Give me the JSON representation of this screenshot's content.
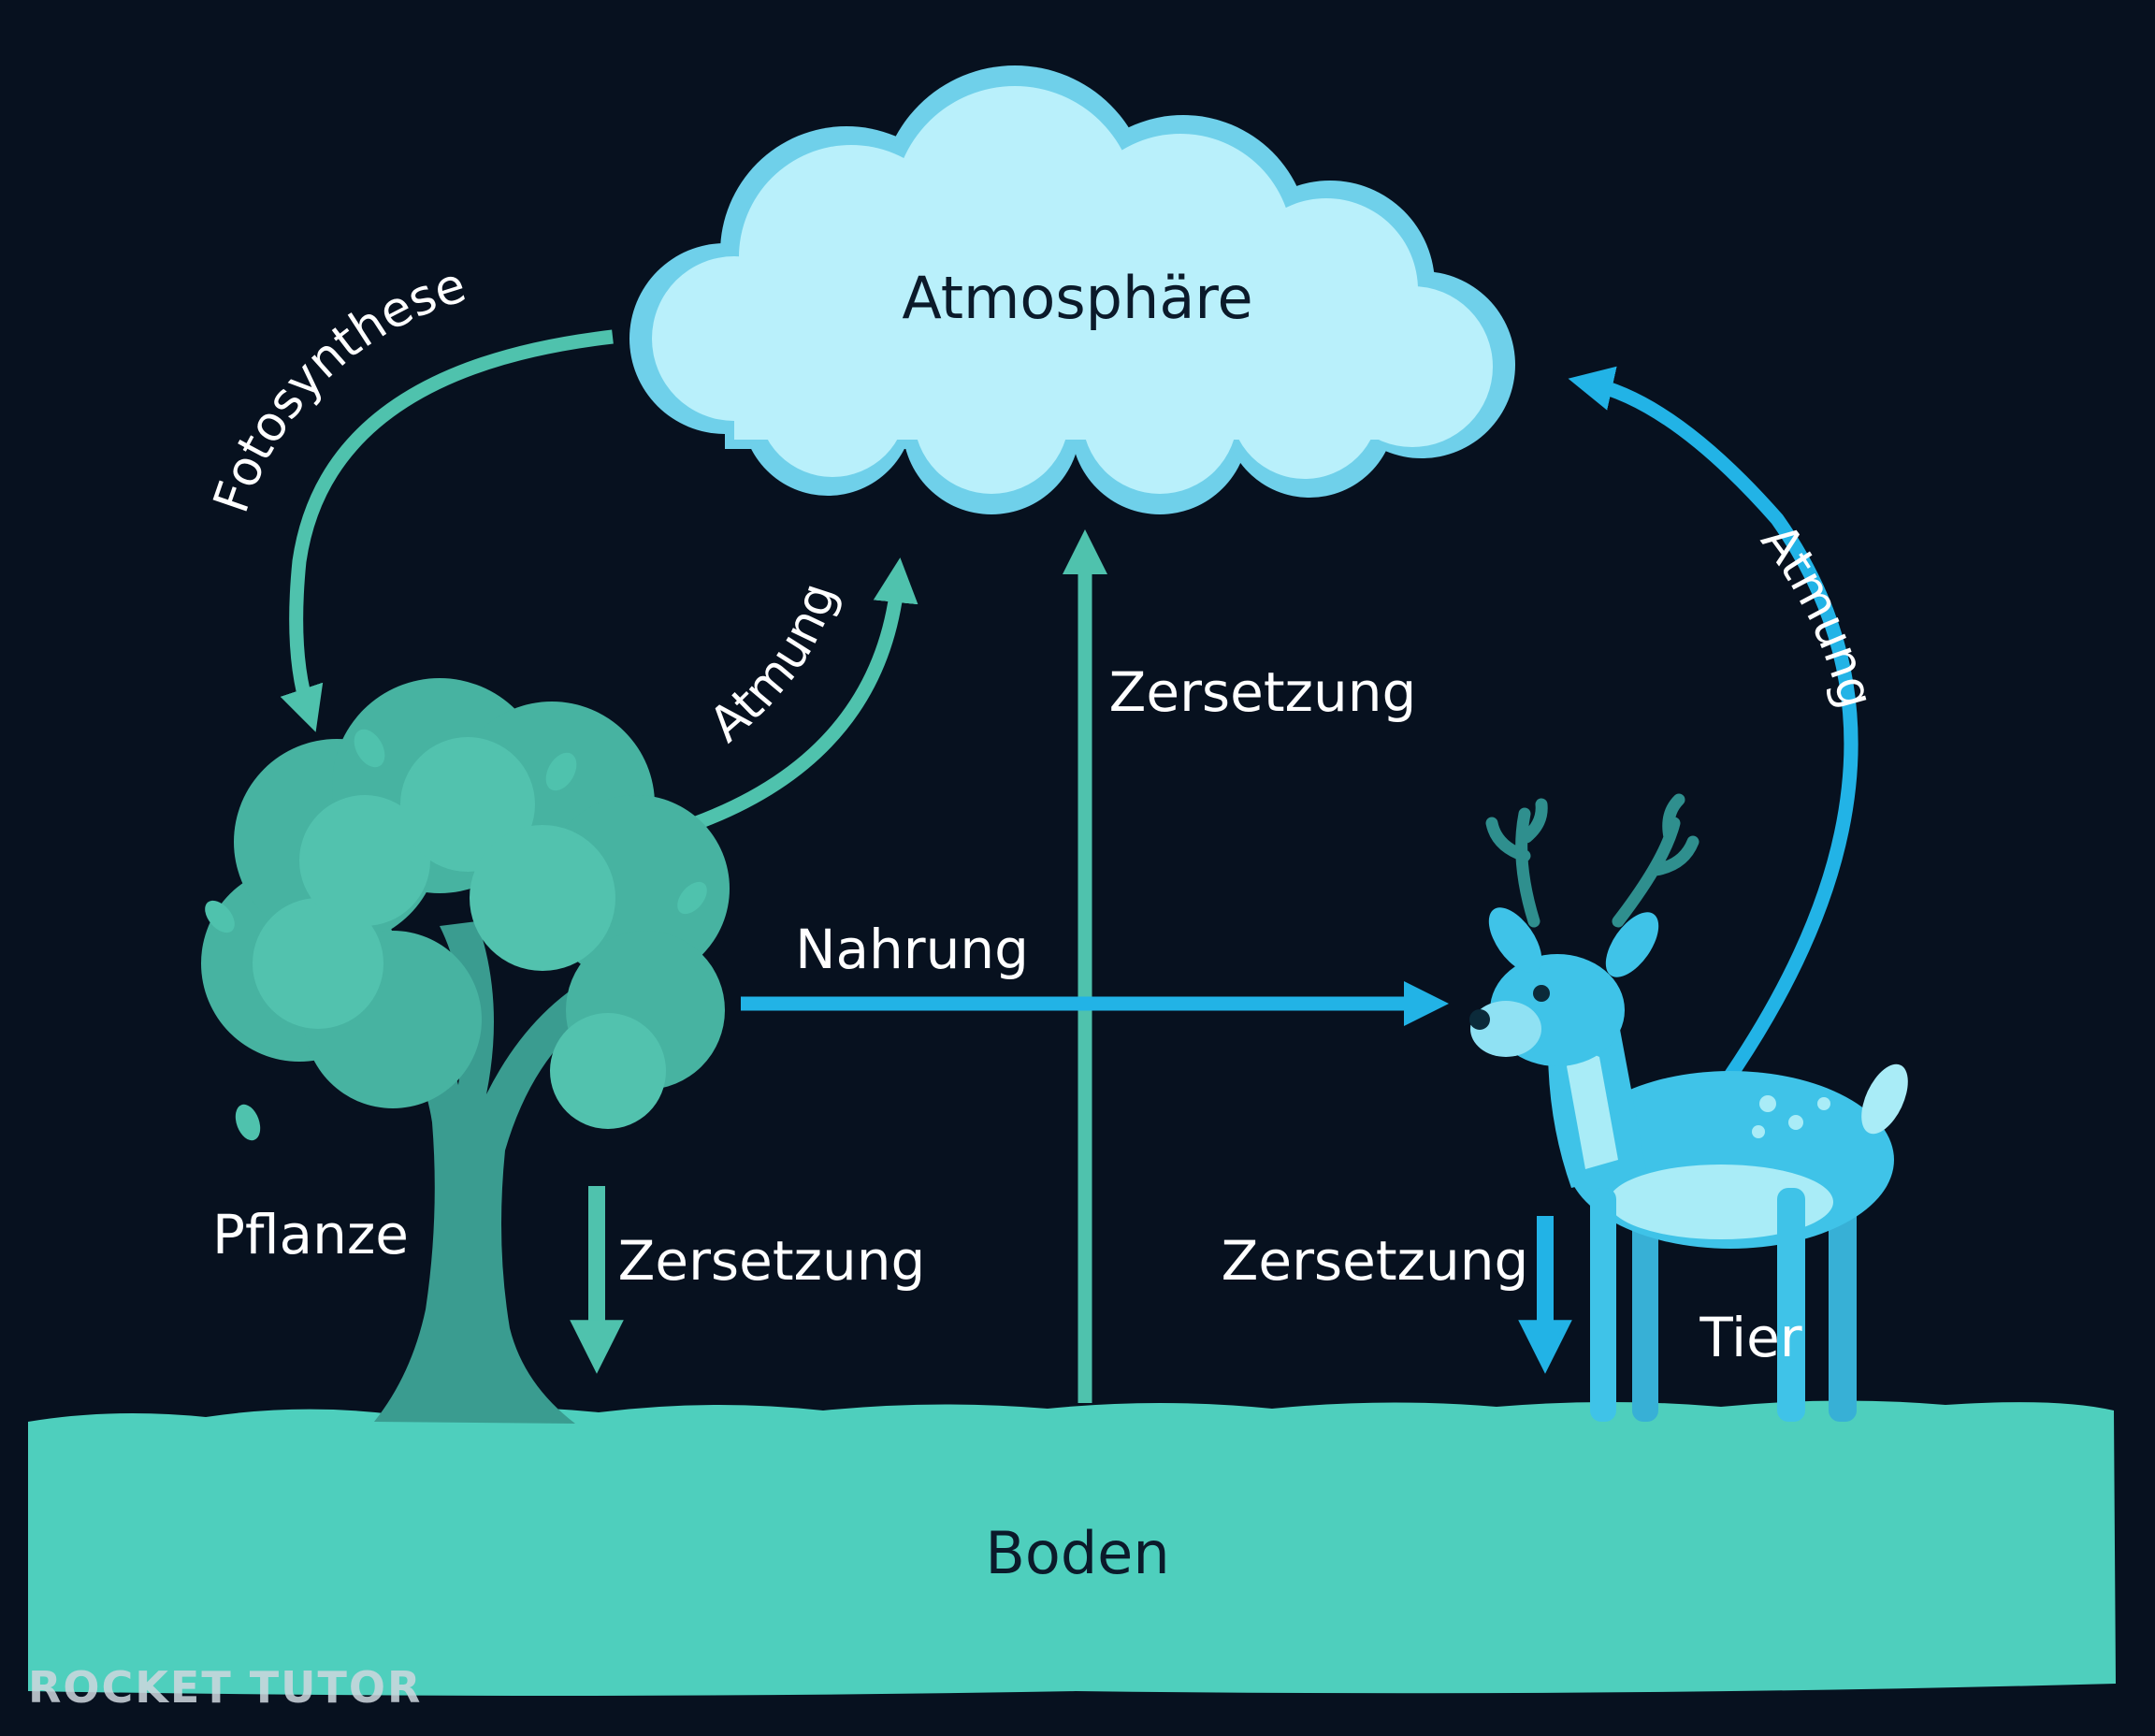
{
  "colors": {
    "background": "#07111f",
    "teal": "#4fc2ad",
    "blue": "#22b3e6",
    "cloud": "#b9f0fb",
    "cloud_edge": "#6fd0ea",
    "soil": "#4ecfbd",
    "tree": "#3fa596",
    "deer": "#3fc3e8"
  },
  "nodes": {
    "atmosphere": "Atmosphäre",
    "plant": "Pflanze",
    "animal": "Tier",
    "soil": "Boden"
  },
  "flows": {
    "photosynthesis": "Fotosynthese",
    "plant_respiration": "Atmung",
    "decomposition_center": "Zersetzung",
    "food": "Nahrung",
    "animal_respiration": "Atmung",
    "plant_decomposition": "Zersetzung",
    "animal_decomposition": "Zersetzung"
  },
  "branding": {
    "logo_text": "ROCKET TUTOR"
  }
}
